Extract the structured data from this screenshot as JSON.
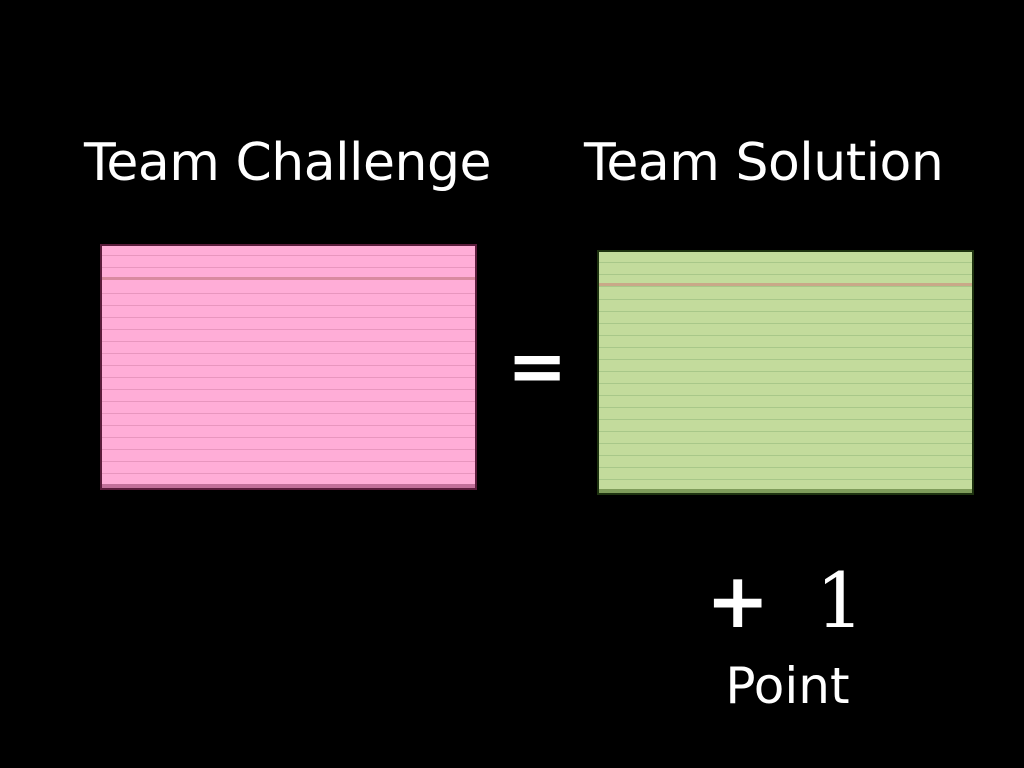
{
  "slide": {
    "challenge_heading": "Team Challenge",
    "solution_heading": "Team Solution",
    "operator": "=",
    "score_plus": "+",
    "score_value": "1",
    "score_unit": "Point"
  },
  "colors": {
    "background": "#000000",
    "text": "#ffffff",
    "challenge_card": "#ffadd7",
    "solution_card": "#c3db9c"
  }
}
